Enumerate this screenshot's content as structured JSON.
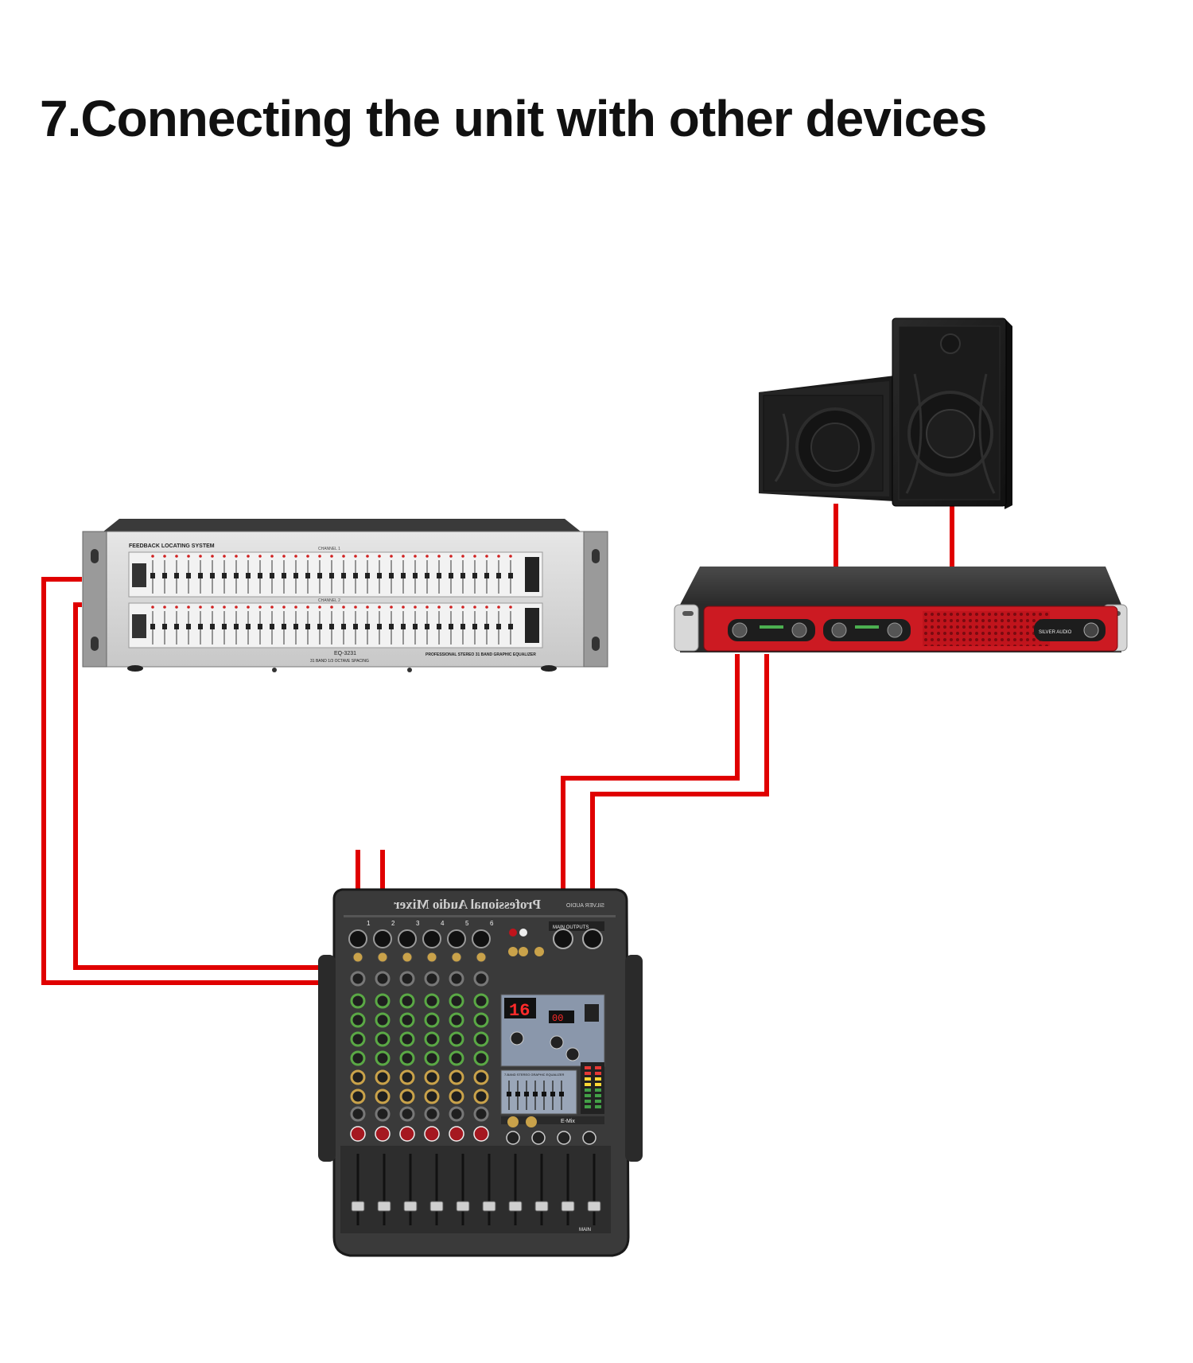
{
  "title": "7.Connecting the unit with other devices",
  "equalizer": {
    "header_text": "FEEDBACK LOCATING SYSTEM",
    "model": "EQ-3231",
    "bottom_left_text": "31 BAND 1/3 OCTAVE SPACING",
    "bottom_right_text": "PROFESSIONAL STEREO 31 BAND GRAPHIC EQUALIZER",
    "channel_labels": [
      "CHANNEL 1",
      "CHANNEL 2"
    ]
  },
  "amplifier": {
    "brand": "SILVER AUDIO"
  },
  "mixer": {
    "name": "Professional Audio Mixer",
    "brand": "SILVER AUDIO",
    "main_outputs_label": "MAIN OUTPUTS",
    "channel_numbers": [
      "1",
      "2",
      "3",
      "4",
      "5",
      "6"
    ],
    "display_left": "16",
    "display_right": "00",
    "geq_label": "7-BAND STEREO GRAPHIC EQUALIZER",
    "emix_label": "E-Mix",
    "main_label": "MAIN"
  },
  "colors": {
    "cable": "#e00000",
    "amp_red": "#cc1a22",
    "mixer_body": "#333333",
    "eq_panel": "#d8d8d8"
  }
}
